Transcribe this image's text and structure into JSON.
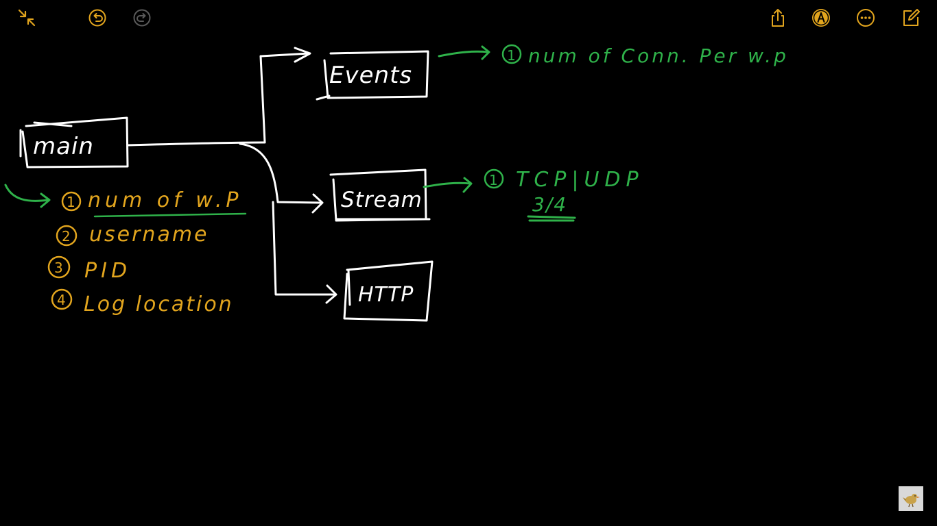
{
  "toolbar": {
    "left": [
      {
        "name": "collapse",
        "icon": "collapse-arrows-icon"
      },
      {
        "name": "undo",
        "icon": "undo-icon"
      },
      {
        "name": "redo",
        "icon": "redo-icon"
      }
    ],
    "right": [
      {
        "name": "share",
        "icon": "share-icon"
      },
      {
        "name": "markup",
        "icon": "markup-pen-icon"
      },
      {
        "name": "more",
        "icon": "more-dots-icon"
      },
      {
        "name": "compose",
        "icon": "compose-icon"
      }
    ]
  },
  "colors": {
    "background": "#000000",
    "ink_white": "#ffffff",
    "ink_green": "#2fb24a",
    "ink_orange": "#e2a51e",
    "icon_inactive": "#5a5a5a"
  },
  "diagram": {
    "boxes": {
      "main": "main",
      "events": "Events",
      "stream": "Stream",
      "http": "HTTP"
    },
    "events_note": {
      "marker": "①",
      "text": "num of Conn. Per w.p"
    },
    "stream_note": {
      "marker": "①",
      "text": "TCP|UDP",
      "sub": "3/4"
    },
    "main_list": [
      {
        "marker": "①",
        "text": "num of w.P"
      },
      {
        "marker": "②",
        "text": "username"
      },
      {
        "marker": "③",
        "text": "PID"
      },
      {
        "marker": "④",
        "text": "Log location"
      }
    ]
  }
}
